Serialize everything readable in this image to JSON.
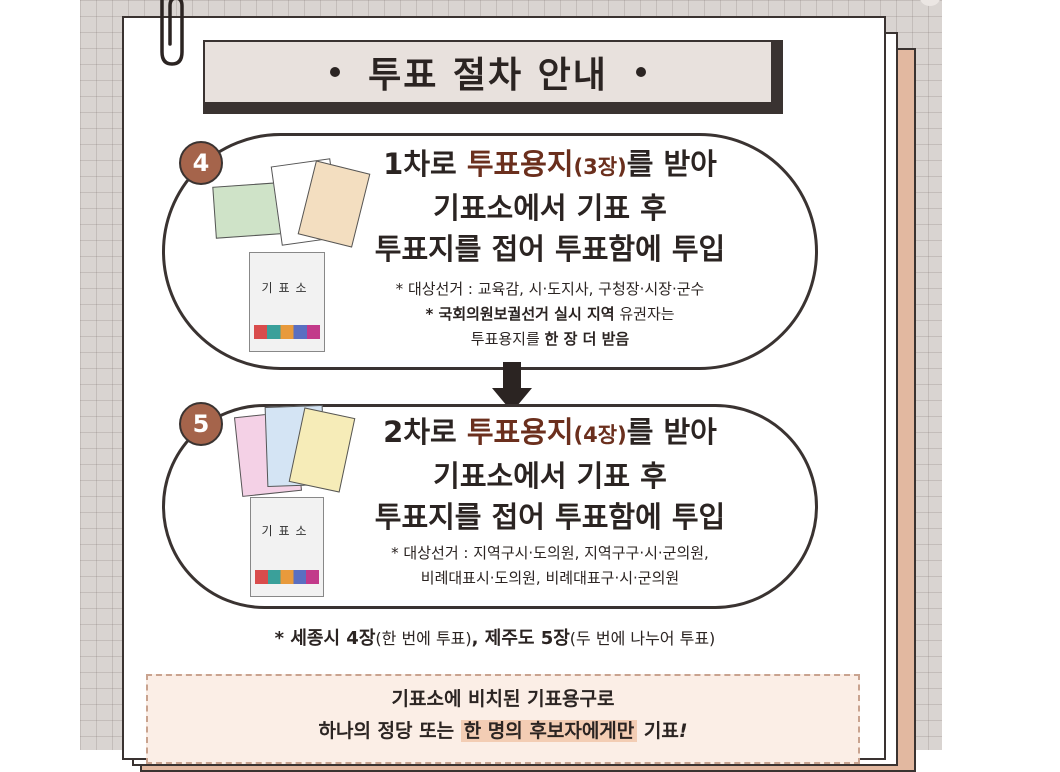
{
  "title": "투표 절차 안내",
  "steps": [
    {
      "number": "4",
      "heading_part1": "1차로 ",
      "heading_highlight": "투표용지",
      "heading_count": "(3장)",
      "heading_part2": "를 받아",
      "heading_line2": "기표소에서 기표 후",
      "heading_line3": "투표지를 접어 투표함에 투입",
      "note_line1": "* 대상선거 : 교육감, 시·도지사, 구청장·시장·군수",
      "note_line2_bold": "* 국회의원보궐선거 실시 지역",
      "note_line2_rest": " 유권자는",
      "note_line3_pre": "투표용지를 ",
      "note_line3_bold": "한 장 더 받음",
      "booklet_title": "기표소"
    },
    {
      "number": "5",
      "heading_part1": "2차로 ",
      "heading_highlight": "투표용지",
      "heading_count": "(4장)",
      "heading_part2": "를 받아",
      "heading_line2": "기표소에서 기표 후",
      "heading_line3": "투표지를 접어 투표함에 투입",
      "note_line1": "* 대상선거 : 지역구시·도의원, 지역구구·시·군의원,",
      "note_line2": "비례대표시·도의원, 비례대표구·시·군의원",
      "booklet_title": "기표소"
    }
  ],
  "footnote_pre": "* 세종시 4장",
  "footnote_paren1": "(한 번에 투표)",
  "footnote_mid": ", 제주도 5장",
  "footnote_paren2": "(두 번에 나누어 투표)",
  "info": {
    "line1": "기표소에 비치된 기표용구로",
    "line2_pre": "하나의 정당 또는 ",
    "line2_highlight": "한 명의 후보자에게만",
    "line2_post": " 기표",
    "line2_exclaim": "!"
  },
  "colors": {
    "accent_brown": "#6b2f1d",
    "badge": "#a5644b",
    "outline": "#3a3331",
    "highlight": "#f3cdb4"
  },
  "icons": {
    "arrow": "arrow-down-icon",
    "clip": "paperclip-icon"
  }
}
